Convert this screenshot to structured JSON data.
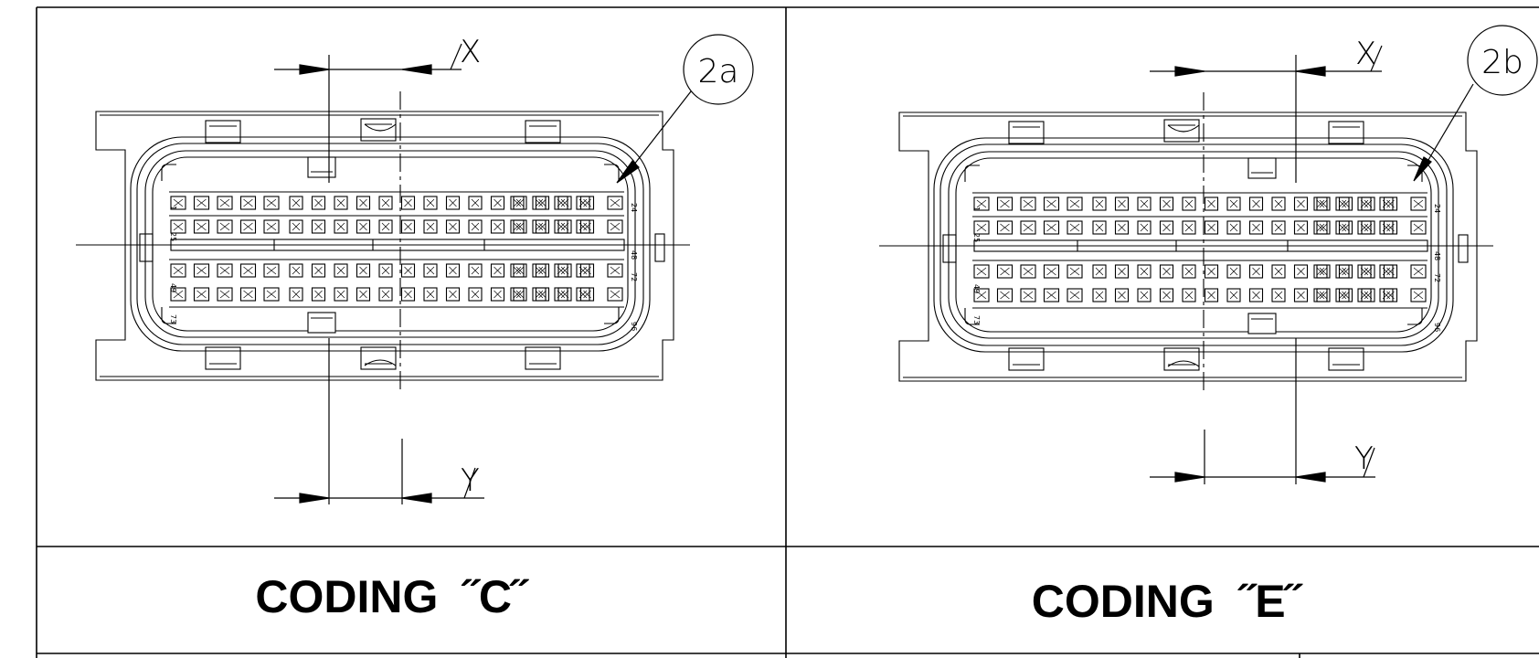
{
  "panels": [
    {
      "id": "c",
      "caption": "CODING  ˝C˝",
      "callout": "2a",
      "dim_top": "X",
      "dim_bottom": "Y",
      "pin_labels": [
        "1",
        "24",
        "25",
        "48",
        "49",
        "72",
        "73",
        "96"
      ],
      "key_top": "left",
      "key_bottom": "left"
    },
    {
      "id": "e",
      "caption": "CODING  ˝E˝",
      "callout": "2b",
      "dim_top": "X",
      "dim_bottom": "Y",
      "pin_labels": [
        "1",
        "24",
        "25",
        "48",
        "49",
        "72",
        "73",
        "96"
      ],
      "key_top": "right",
      "key_bottom": "right"
    }
  ],
  "colors": {
    "line": "#000000",
    "background": "#ffffff"
  }
}
